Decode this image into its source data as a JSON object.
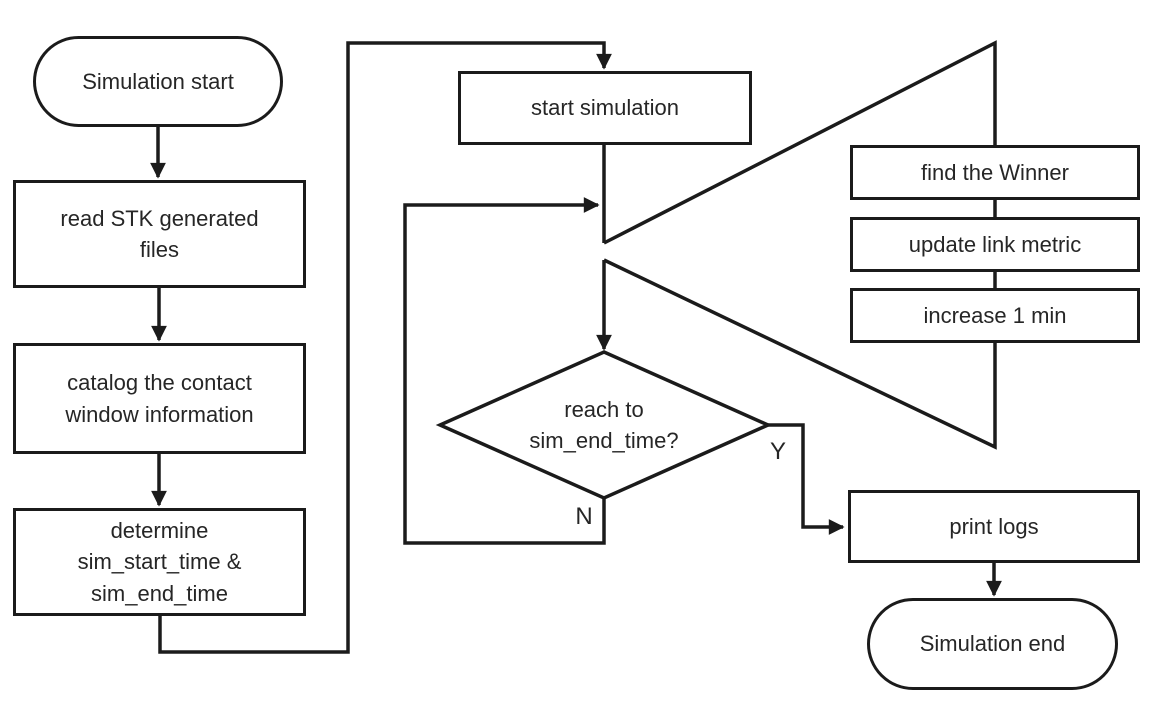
{
  "figure": {
    "type": "flowchart",
    "colors": {
      "line": "#1b1b1b",
      "text": "#262626",
      "background": "#ffffff"
    }
  },
  "nodes": {
    "simulation_start": {
      "label": "Simulation start",
      "shape": "terminator"
    },
    "read_stk": {
      "label": "read STK generated\nfiles",
      "shape": "process"
    },
    "catalog": {
      "label": "catalog the contact\nwindow information",
      "shape": "process"
    },
    "determine": {
      "label": "determine\nsim_start_time &\nsim_end_time",
      "shape": "process"
    },
    "start_simulation": {
      "label": "start simulation",
      "shape": "process"
    },
    "find_winner": {
      "label": "find the Winner",
      "shape": "process"
    },
    "update_link_metric": {
      "label": "update link metric",
      "shape": "process"
    },
    "increase_1_min": {
      "label": "increase 1 min",
      "shape": "process"
    },
    "reach_end_decision": {
      "label": "reach to\nsim_end_time?",
      "shape": "decision"
    },
    "print_logs": {
      "label": "print logs",
      "shape": "process"
    },
    "simulation_end": {
      "label": "Simulation end",
      "shape": "terminator"
    }
  },
  "branch_labels": {
    "yes": "Y",
    "no": "N"
  }
}
